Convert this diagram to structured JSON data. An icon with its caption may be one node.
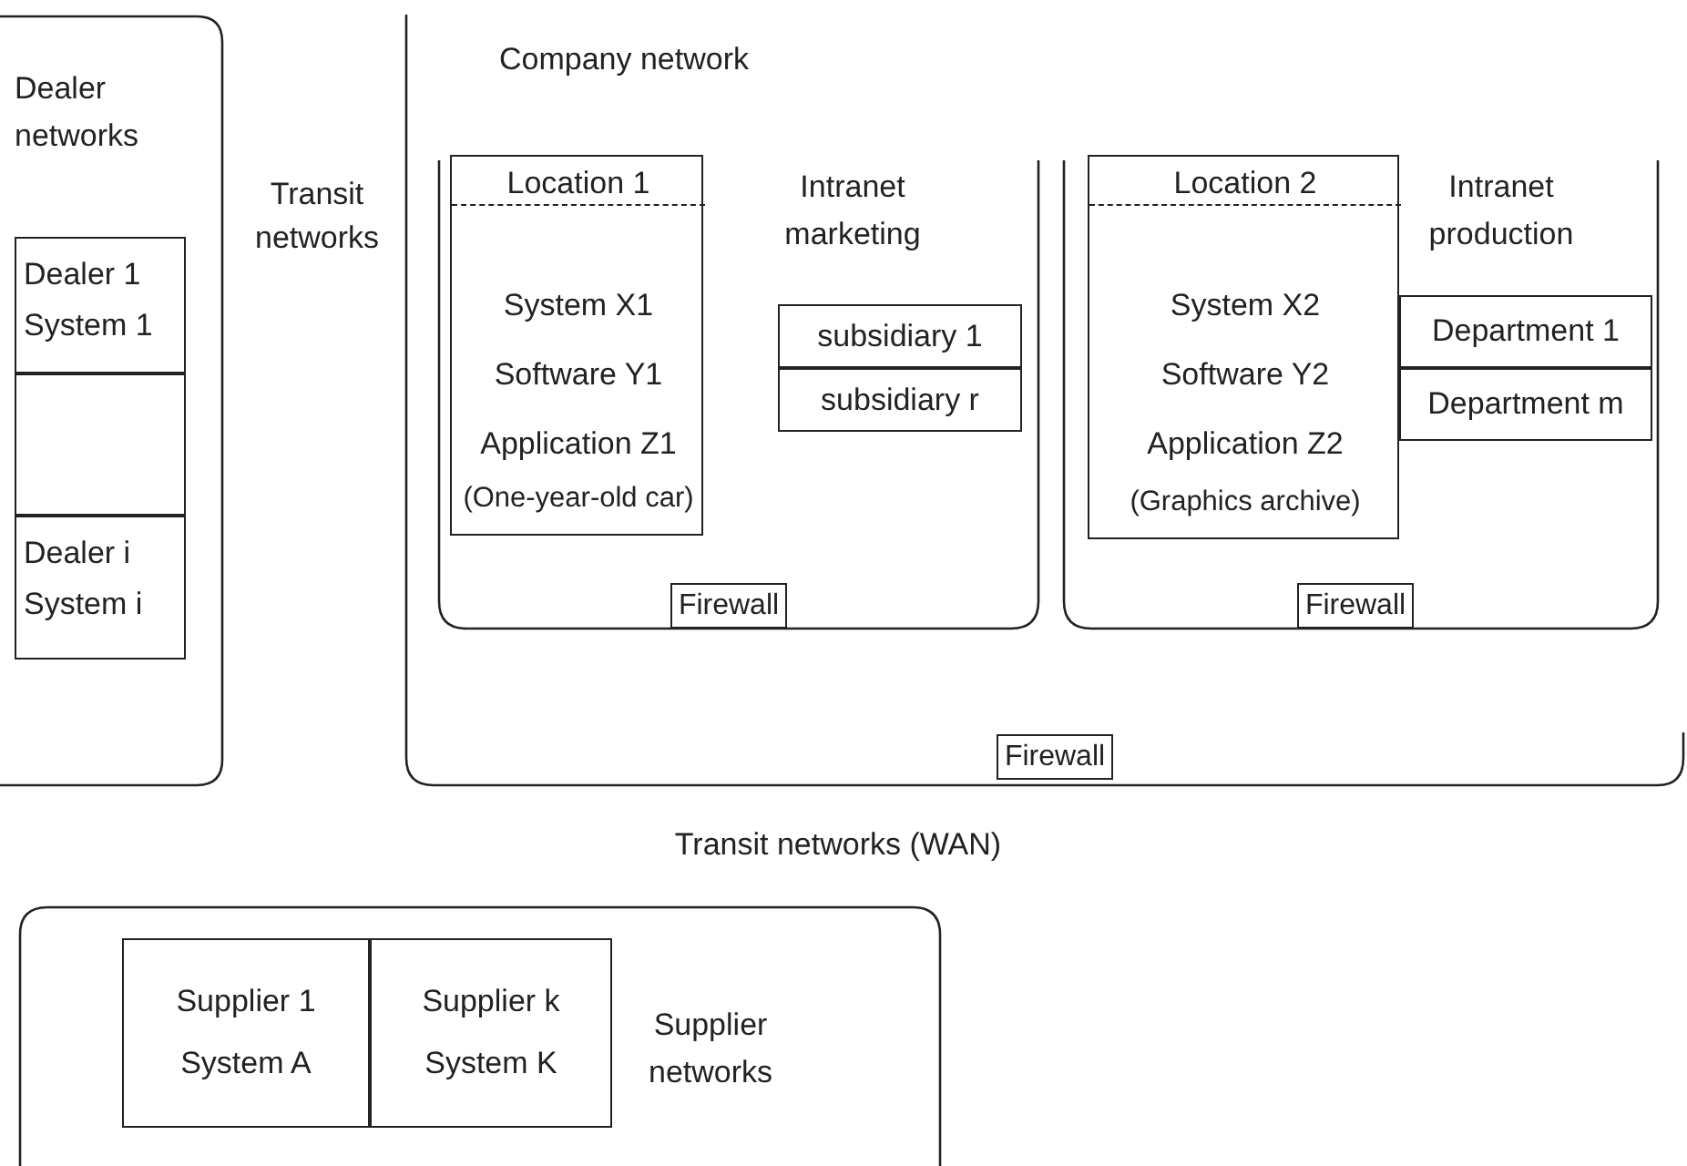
{
  "diagram": {
    "nodes": [
      {
        "text": [
          "Dealer networks"
        ]
      },
      {
        "text": [
          "Dealer 1 System 1"
        ],
        "in": 0
      },
      {
        "text": [],
        "shape": "box",
        "in": 0
      },
      {
        "text": [
          "Dealer i System i"
        ],
        "in": 0
      },
      {
        "text": [
          "Company network"
        ]
      },
      {
        "text": [
          "Intranet marketing"
        ],
        "in": 4
      },
      {
        "text": [
          "Location 1",
          "System X1 Software Y1 Application Z1",
          "(One-year-old car)"
        ],
        "in": 5
      },
      {
        "text": [
          "subsidiary 1"
        ],
        "in": 5
      },
      {
        "text": [
          "subsidiary r"
        ],
        "in": 5
      },
      {
        "text": [
          "Firewall"
        ],
        "in": 5
      },
      {
        "text": [
          "Intranet production"
        ],
        "in": 4
      },
      {
        "text": [
          "Location 2",
          "System X2 Software Y2 Application Z2",
          "(Graphics archive)"
        ],
        "in": 10
      },
      {
        "text": [
          "Department 1"
        ],
        "in": 10
      },
      {
        "text": [
          "Department m"
        ],
        "in": 10
      },
      {
        "text": [
          "Firewall"
        ],
        "in": 10
      },
      {
        "text": [
          "Firewall"
        ],
        "in": 4
      },
      {
        "text": [
          "Supplier networks"
        ]
      },
      {
        "text": [
          "Supplier 1 System A"
        ],
        "in": 16
      },
      {
        "text": [
          "Supplier k System K"
        ],
        "in": 16
      }
    ],
    "labels": [
      "Transit networks",
      "Transit networks (WAN)"
    ]
  }
}
